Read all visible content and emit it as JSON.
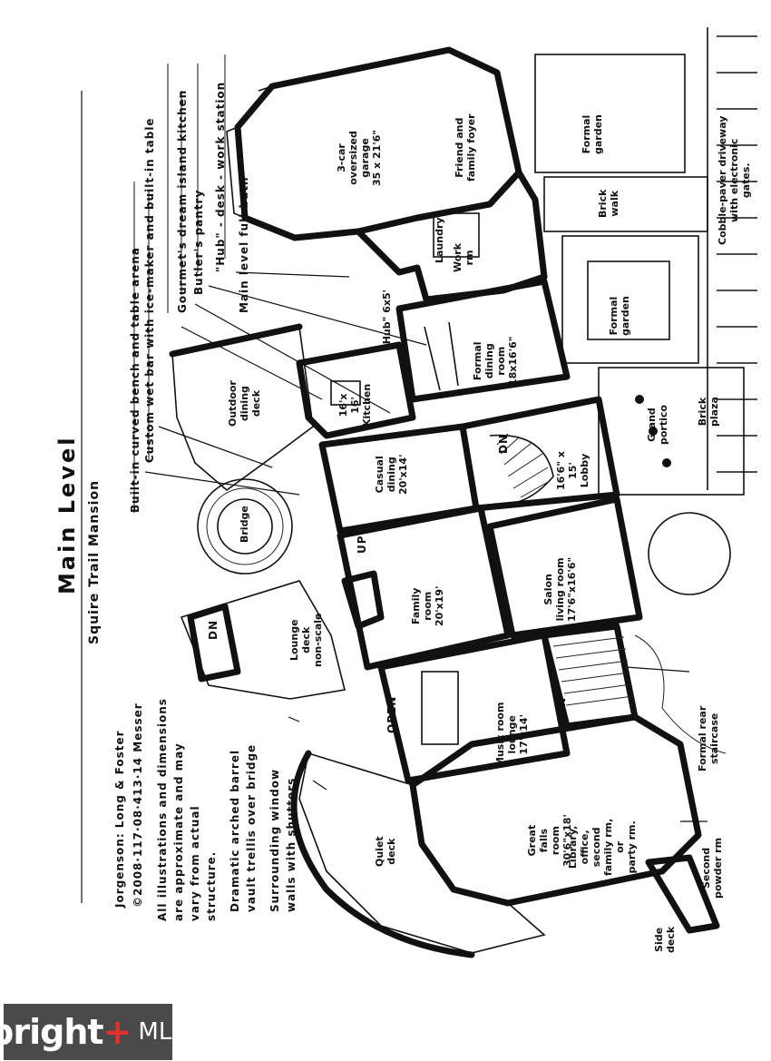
{
  "title": "Main Level",
  "subtitle": "Squire Trail Mansion",
  "credits": {
    "line1": "Jorgenson: Long & Foster",
    "line2": "©2008·117·08·413·14 Messer",
    "disclaimer": [
      "All illustrations and dimensions",
      "are approximate and may",
      "vary from actual",
      "structure."
    ]
  },
  "callouts_left": [
    [
      "Dramatic arched barrel",
      "vault trellis over bridge"
    ],
    [
      "Surrounding window",
      "walls with shutters"
    ]
  ],
  "callouts_top": [
    "Built-in curved bench and table arena",
    "Custom wet bar with ice-maker and built-in table",
    "Gourmet's dream island kitchen",
    "Butler's pantry",
    "\"Hub\" - desk - work station",
    "Main level full bath"
  ],
  "rooms": {
    "garage": [
      "3-car",
      "oversized",
      "garage",
      "35 x 21'6\""
    ],
    "friend_foyer": [
      "Friend and",
      "family foyer"
    ],
    "laundry": [
      "Laundry"
    ],
    "work_room": [
      "Work",
      "rm"
    ],
    "hub": [
      "\"Hub\" 6x5'"
    ],
    "formal_dining": [
      "Formal",
      "dining",
      "room",
      "18x16'6\""
    ],
    "kitchen": [
      "16'x",
      "16'",
      "Kitchen"
    ],
    "casual_dining": [
      "Casual",
      "dining",
      "20'x14'"
    ],
    "outdoor_deck": [
      "Outdoor",
      "dining",
      "deck"
    ],
    "bridge": [
      "Bridge"
    ],
    "lobby": [
      "16'6\" x",
      "15'",
      "Lobby"
    ],
    "family_room": [
      "Family",
      "room",
      "20'x19'"
    ],
    "salon": [
      "Salon",
      "living room",
      "17'6\"x16'6\""
    ],
    "lounge_deck": [
      "Lounge",
      "deck",
      "non-scale"
    ],
    "music_room": [
      "Music room",
      "lounge",
      "17'x14'"
    ],
    "great_falls": [
      "Great",
      "falls",
      "room",
      "30'6\"x18'"
    ],
    "library": [
      "Library,",
      "office,",
      "second",
      "family rm,",
      "or",
      "party rm."
    ],
    "quiet_deck": [
      "Quiet",
      "deck"
    ],
    "side_deck": [
      "Side",
      "deck"
    ],
    "second_powder": [
      "Second",
      "powder rm"
    ],
    "formal_rear": [
      "Formal rear",
      "staircase"
    ],
    "formal_garden_1": [
      "Formal",
      "garden"
    ],
    "formal_garden_2": [
      "Formal",
      "garden"
    ],
    "brick_walk": [
      "Brick",
      "walk"
    ],
    "brick_plaza": [
      "Brick",
      "plaza"
    ],
    "grand_portico": [
      "Grand",
      "portico"
    ],
    "cobble_drive": [
      "Cobble-paver driveway",
      "with electronic",
      "gates."
    ]
  },
  "marks": {
    "up": "UP",
    "dn": "DN",
    "open": "OPEN"
  },
  "logo": {
    "brand": "bright",
    "suffix": "MLS"
  }
}
